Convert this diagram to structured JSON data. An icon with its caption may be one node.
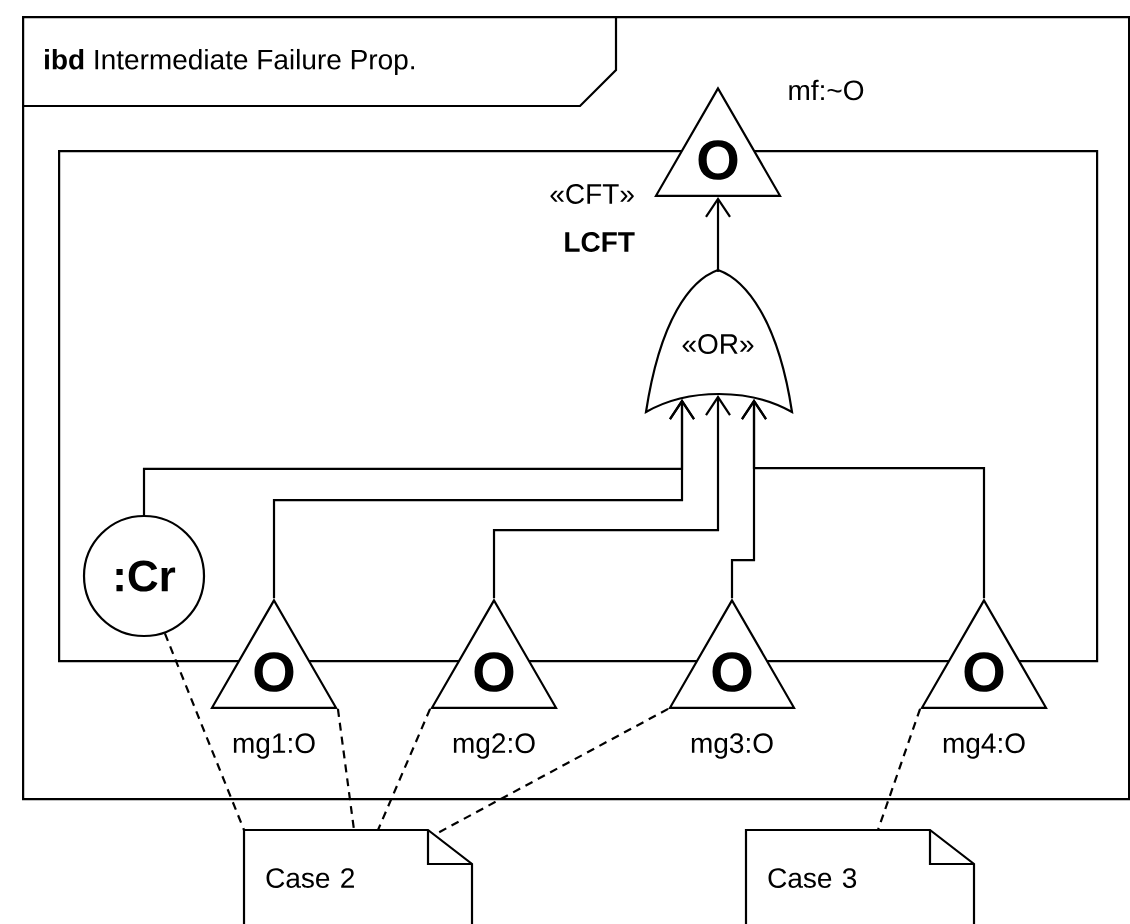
{
  "diagram": {
    "nodes": [
      {
        "text": [
          "**ibd** Intermediate Failure Prop."
        ]
      },
      {
        "text": [
          "«CFT»",
          "LCFT"
        ],
        "in": 0
      },
      {
        "text": [
          "O"
        ],
        "beside": [
          "mf:~O"
        ],
        "in": 0
      },
      {
        "text": [
          "«OR»"
        ],
        "in": 1
      },
      {
        "text": [
          ":Cr"
        ],
        "in": 1
      },
      {
        "text": [
          "O"
        ],
        "beside": [
          "mg1:O"
        ],
        "in": 0
      },
      {
        "text": [
          "O"
        ],
        "beside": [
          "mg2:O"
        ],
        "in": 0
      },
      {
        "text": [
          "O"
        ],
        "beside": [
          "mg3:O"
        ],
        "in": 0
      },
      {
        "text": [
          "O"
        ],
        "beside": [
          "mg4:O"
        ],
        "in": 0
      },
      {
        "text": [
          "Case 2"
        ]
      },
      {
        "text": [
          "Case 3"
        ]
      }
    ],
    "edges": [
      {
        "from": 3,
        "to": 2,
        "arrow": "to"
      },
      {
        "from": 4,
        "to": 3,
        "arrow": "to"
      },
      {
        "from": 5,
        "to": 3,
        "arrow": "to"
      },
      {
        "from": 6,
        "to": 3,
        "arrow": "to"
      },
      {
        "from": 7,
        "to": 3,
        "arrow": "to"
      },
      {
        "from": 8,
        "to": 3,
        "arrow": "to"
      },
      {
        "from": 4,
        "to": 9,
        "arrow": "none",
        "style": "dashed"
      },
      {
        "from": 5,
        "to": 9,
        "arrow": "none",
        "style": "dashed"
      },
      {
        "from": 6,
        "to": 9,
        "arrow": "none",
        "style": "dashed"
      },
      {
        "from": 7,
        "to": 9,
        "arrow": "none",
        "style": "dashed"
      },
      {
        "from": 8,
        "to": 10,
        "arrow": "none",
        "style": "dashed"
      }
    ]
  }
}
